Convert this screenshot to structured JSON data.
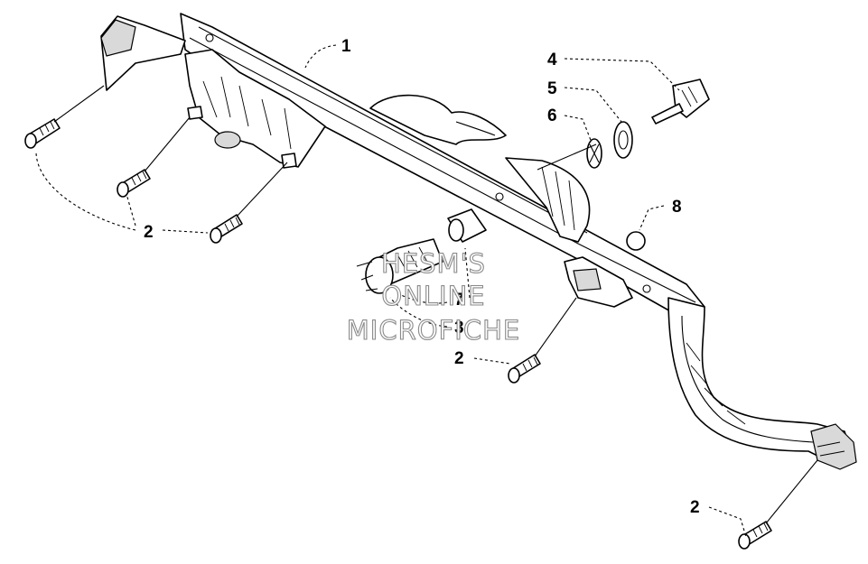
{
  "callouts": {
    "c1": "1",
    "c2a": "2",
    "c2b": "2",
    "c2c": "2",
    "c3": "3",
    "c4": "4",
    "c5": "5",
    "c6": "6",
    "c7": "7",
    "c8": "8"
  },
  "watermark": {
    "line1": "HESM'S",
    "line2": "ONLINE",
    "line3": "MICROFICHE"
  }
}
